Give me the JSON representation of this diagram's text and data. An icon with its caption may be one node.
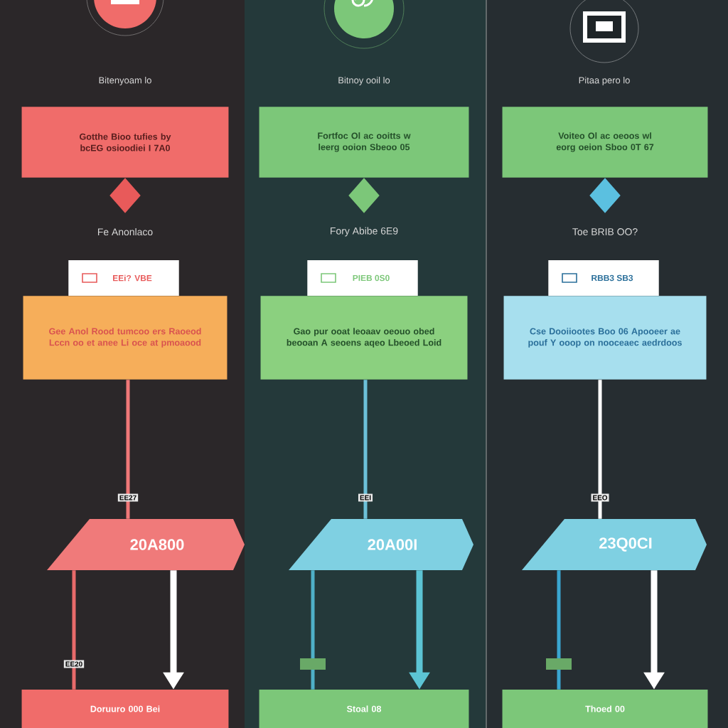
{
  "diagram": {
    "nodes": [
      {
        "text": [
          "Gotthe Bioo tufies by bcEG osioodiei I 7A0"
        ]
      },
      {
        "text": [],
        "shape": "diamond",
        "beside": [
          "Fe Anonlaco"
        ]
      },
      {
        "text": [
          "EEi? VBE"
        ]
      },
      {
        "text": [
          "Gee Anol Rood tumcoo ers Raoeod Lccn oo et anee Li oce at pmoaood"
        ]
      },
      {
        "text": [
          "20A800"
        ]
      },
      {
        "text": [
          "Doruuro 000 Bei"
        ]
      },
      {
        "text": [
          "Fortfoc Ol ac ooitts w leerg ooion Sbeoo 05"
        ]
      },
      {
        "text": [],
        "shape": "diamond",
        "beside": [
          "Fory Abibe 6E9"
        ]
      },
      {
        "text": [
          "PIEB 0S0"
        ]
      },
      {
        "text": [
          "Gao pur ooat leoaav oeouo obed beooan A seoens aqeo Lbeoed Loid"
        ]
      },
      {
        "text": [
          "20A00I"
        ]
      },
      {
        "text": [
          "Stoal 08"
        ]
      },
      {
        "text": [
          "Voiteo Ol ac oeoos wl eorg oeion Sboo 0T 67"
        ]
      },
      {
        "text": [],
        "shape": "diamond",
        "beside": [
          "Toe BRIB OO?"
        ]
      },
      {
        "text": [
          "RBB3 SB3"
        ]
      },
      {
        "text": [
          "Cse Dooiiootes Boo 06 Apooeer ae pouf Y ooop on nooceaec aedrdoos"
        ]
      },
      {
        "text": [
          "23Q0CI"
        ]
      },
      {
        "text": [
          "Thoed 00"
        ]
      }
    ],
    "edges": [
      {
        "from": 3,
        "to": 4,
        "arrow": "none",
        "label": "EE27",
        "color": "#f07878"
      },
      {
        "from": 4,
        "to": 5,
        "arrow": "none",
        "label": "EE20",
        "color": "#e86a6a"
      },
      {
        "from": 4,
        "to": 5,
        "arrow": "to",
        "style": "thick",
        "color": "#ffffff"
      },
      {
        "from": 9,
        "to": 10,
        "arrow": "none",
        "label": "EEI",
        "color": "#6cc0d8"
      },
      {
        "from": 10,
        "to": 11,
        "arrow": "none",
        "color": "#4fb0c8"
      },
      {
        "from": 10,
        "to": 11,
        "arrow": "to",
        "style": "thick",
        "color": "#5cc4d4"
      },
      {
        "from": 15,
        "to": 16,
        "arrow": "none",
        "label": "EEO",
        "color": "#ffffff"
      },
      {
        "from": 16,
        "to": 17,
        "arrow": "none",
        "color": "#3aa6d0"
      },
      {
        "from": 16,
        "to": 17,
        "arrow": "to",
        "style": "thick",
        "color": "#ffffff"
      }
    ],
    "labels": [
      "Bitenyoam lo",
      "Bitnoy ooil lo",
      "Pitaa pero lo"
    ]
  }
}
